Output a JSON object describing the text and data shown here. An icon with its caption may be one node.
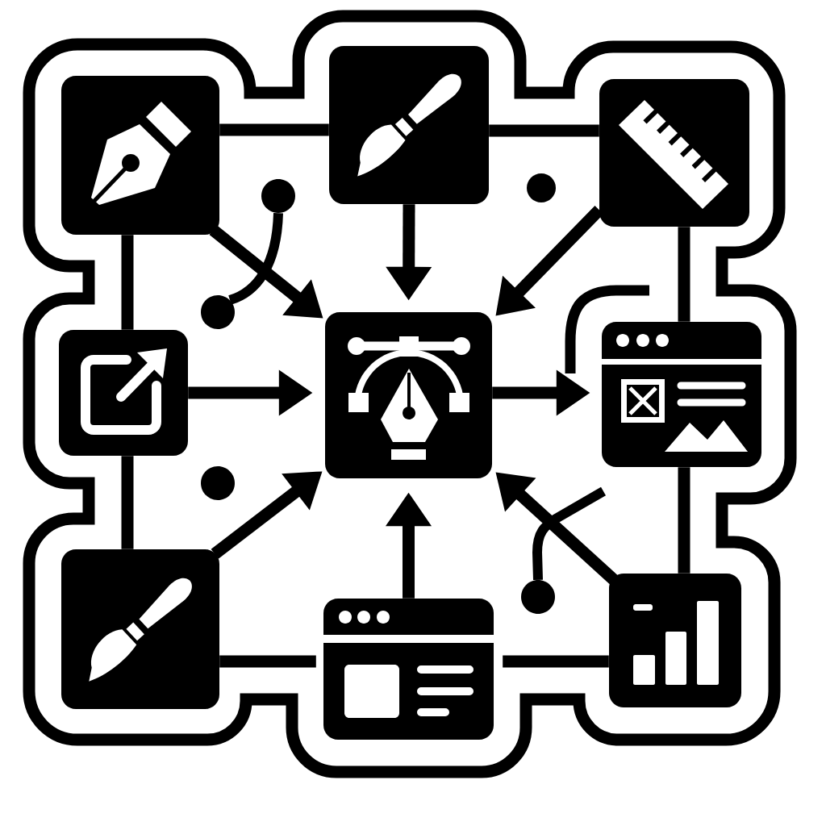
{
  "diagram": {
    "nodes": [
      {
        "text": [],
        "shape": "picture"
      },
      {
        "text": [],
        "shape": "picture"
      },
      {
        "text": [],
        "shape": "picture"
      },
      {
        "text": [],
        "shape": "picture"
      },
      {
        "text": [],
        "shape": "picture"
      },
      {
        "text": [],
        "shape": "picture"
      },
      {
        "text": [],
        "shape": "picture"
      },
      {
        "text": [],
        "shape": "picture"
      },
      {
        "text": [],
        "shape": "picture"
      },
      {
        "text": [],
        "shape": "circle"
      },
      {
        "text": [],
        "shape": "circle"
      },
      {
        "text": [],
        "shape": "circle"
      },
      {
        "text": [],
        "shape": "circle"
      },
      {
        "text": [],
        "shape": "circle"
      }
    ],
    "edges": [
      {
        "from": 0,
        "to": 1,
        "arrow": "none"
      },
      {
        "from": 1,
        "to": 2,
        "arrow": "none"
      },
      {
        "from": 0,
        "to": 3,
        "arrow": "none"
      },
      {
        "from": 3,
        "to": 6,
        "arrow": "none"
      },
      {
        "from": 2,
        "to": 5,
        "arrow": "none"
      },
      {
        "from": 5,
        "to": 8,
        "arrow": "none"
      },
      {
        "from": 6,
        "to": 7,
        "arrow": "none"
      },
      {
        "from": 7,
        "to": 8,
        "arrow": "none"
      },
      {
        "from": 0,
        "to": 4,
        "arrow": "to"
      },
      {
        "from": 1,
        "to": 4,
        "arrow": "to"
      },
      {
        "from": 2,
        "to": 4,
        "arrow": "to"
      },
      {
        "from": 3,
        "to": 4,
        "arrow": "to"
      },
      {
        "from": 4,
        "to": 5,
        "arrow": "to"
      },
      {
        "from": 6,
        "to": 4,
        "arrow": "to"
      },
      {
        "from": 7,
        "to": 4,
        "arrow": "to"
      },
      {
        "from": 8,
        "to": 4,
        "arrow": "to"
      },
      {
        "from": 9,
        "to": 11,
        "arrow": "none"
      },
      {
        "from": 13,
        "to": null,
        "arrow": "none"
      }
    ]
  }
}
